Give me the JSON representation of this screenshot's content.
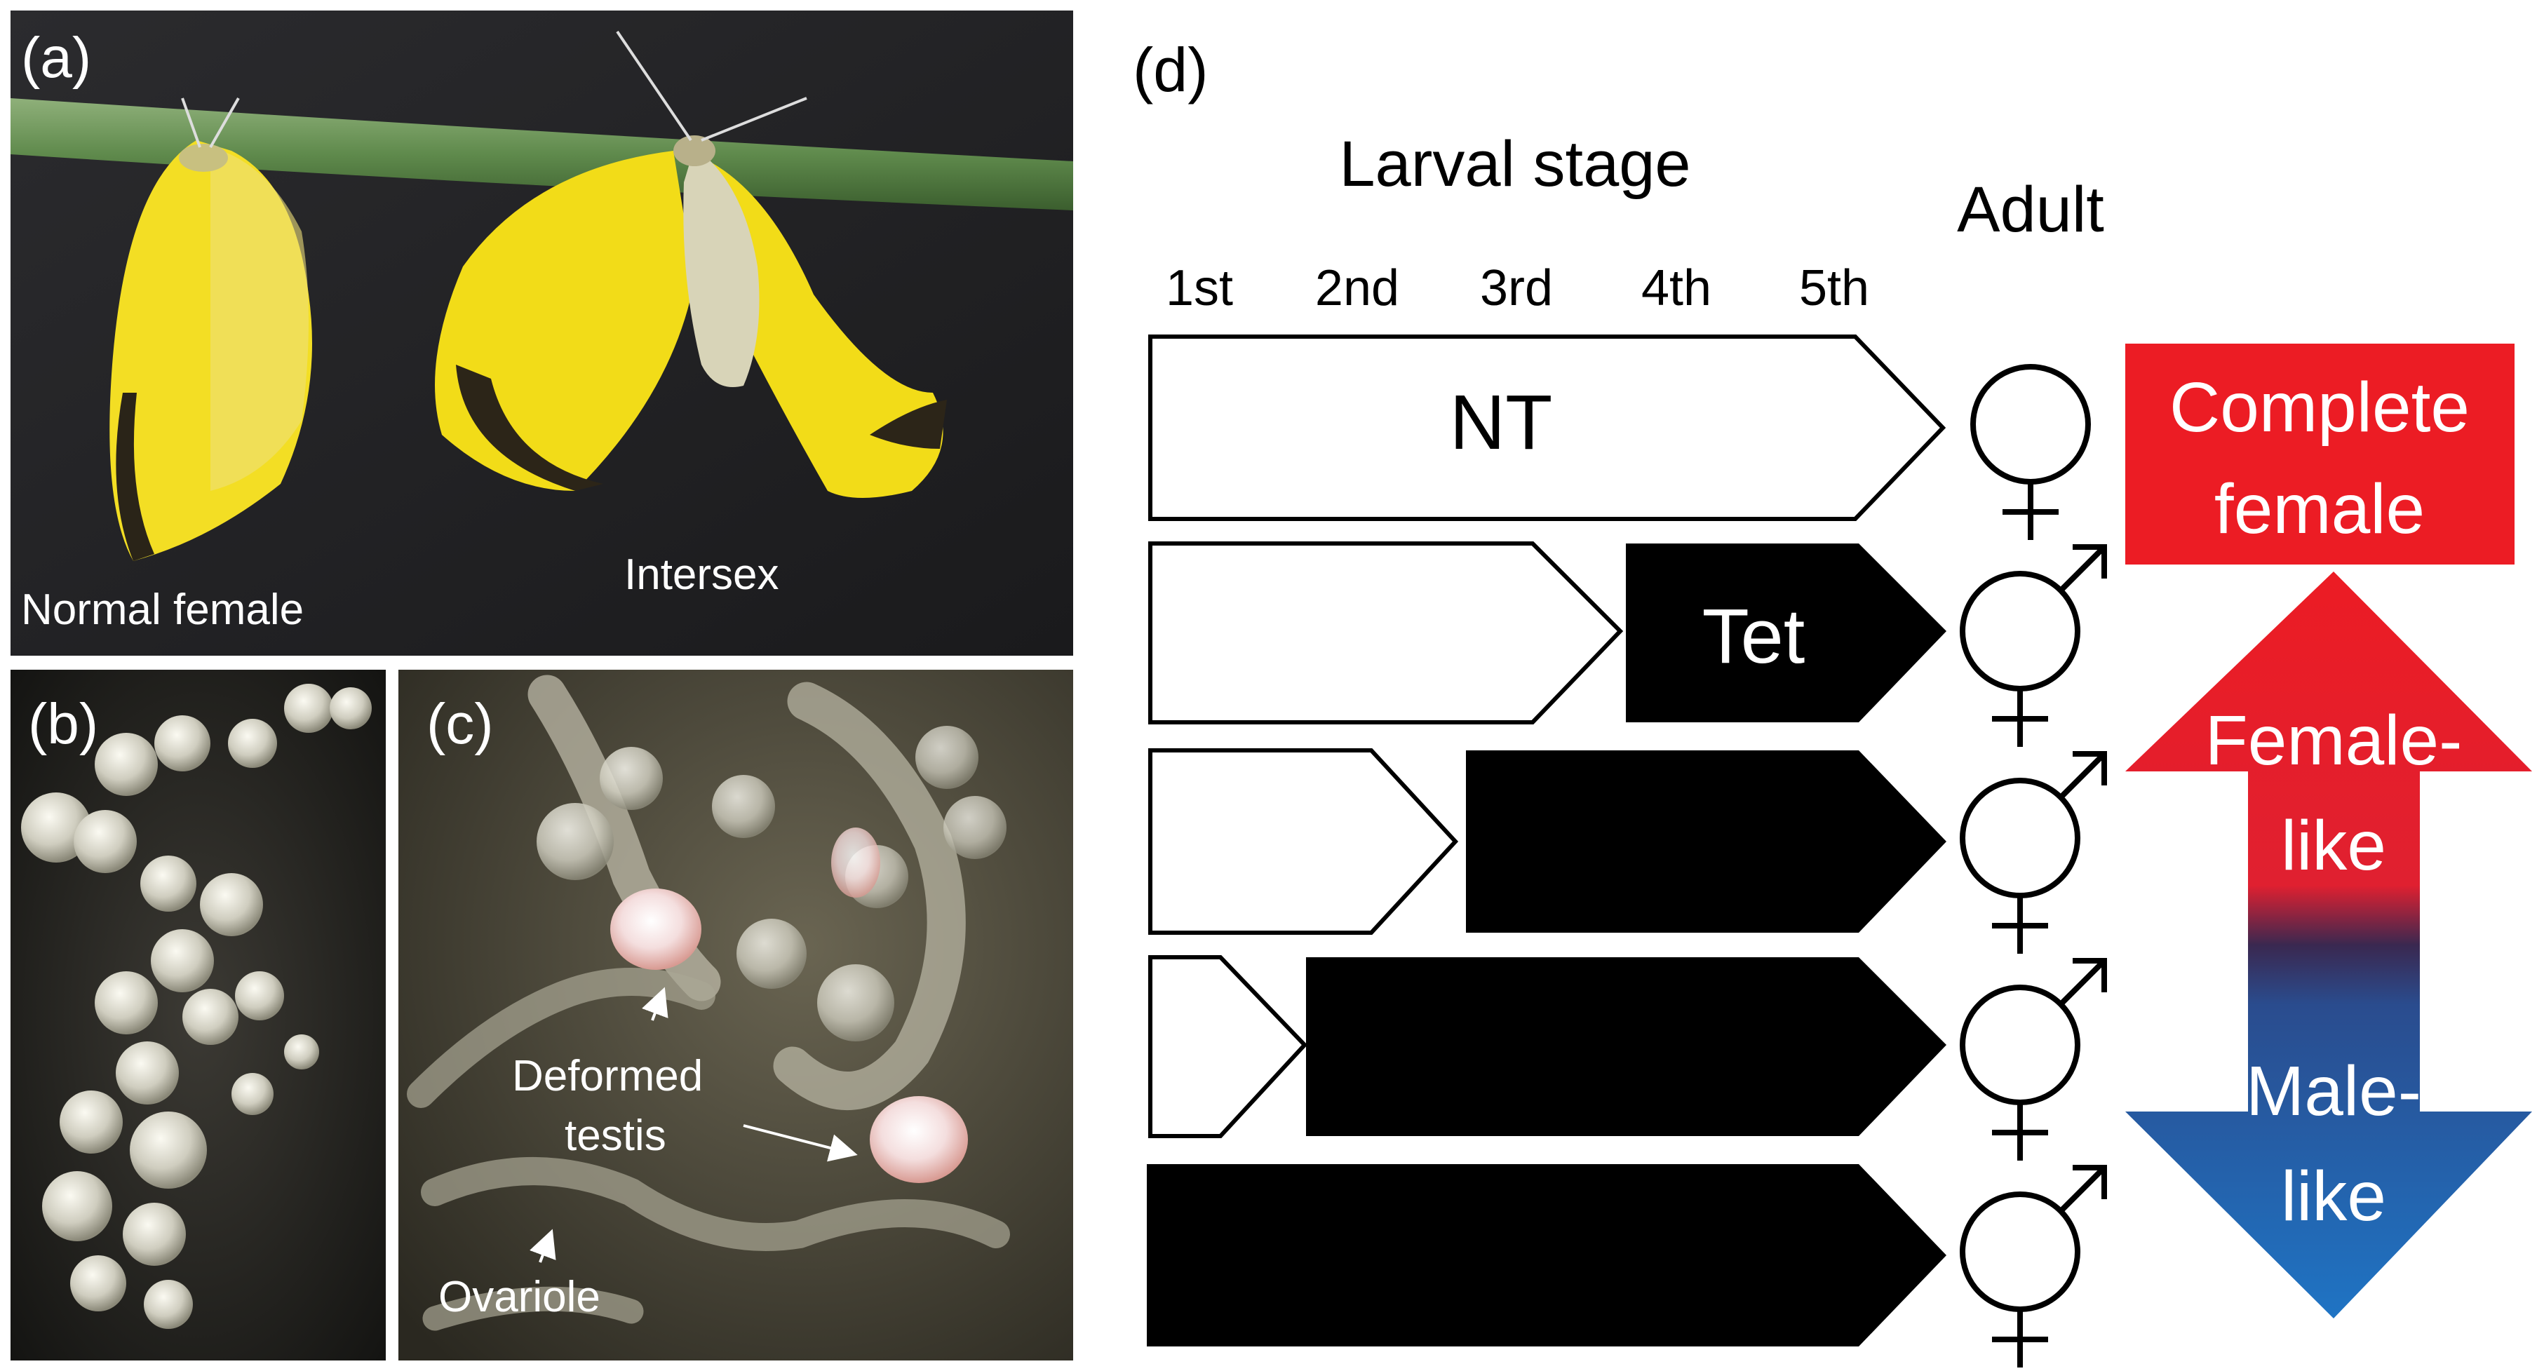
{
  "panel_a": {
    "label": "(a)",
    "left_caption": "Normal female",
    "right_caption": "Intersex"
  },
  "panel_b": {
    "label": "(b)"
  },
  "panel_c": {
    "label": "(c)",
    "annotation_deformed_line1": "Deformed",
    "annotation_deformed_line2": "testis",
    "annotation_ovariole": "Ovariole"
  },
  "panel_d": {
    "label": "(d)",
    "larval_stage_title": "Larval stage",
    "adult_title": "Adult",
    "stage_labels": [
      "1st",
      "2nd",
      "3rd",
      "4th",
      "5th"
    ],
    "row_nt_label": "NT",
    "row_tet_label": "Tet",
    "complete_label_line1": "Complete",
    "complete_label_line2": "female",
    "female_like_line1": "Female-",
    "female_like_line2": "like",
    "male_like_line1": "Male-",
    "male_like_line2": "like"
  },
  "colors": {
    "butterfly_yellow": "#f2dd1a",
    "complete_female_red": "#ec1c24",
    "male_like_blue": "#1f6fbd",
    "treatment_black": "#000000"
  }
}
